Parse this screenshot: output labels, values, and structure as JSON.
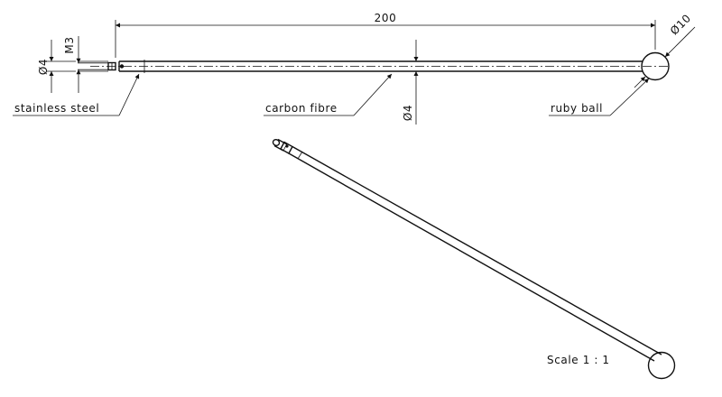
{
  "labels": {
    "length": "200",
    "ball_diameter": "Ø10",
    "shaft_diameter_left": "Ø4",
    "thread": "M3",
    "shaft_diameter_mid": "Ø4",
    "material_stainless": "stainless steel",
    "material_carbon": "carbon fibre",
    "material_ruby": "ruby ball",
    "scale": "Scale 1 : 1"
  }
}
